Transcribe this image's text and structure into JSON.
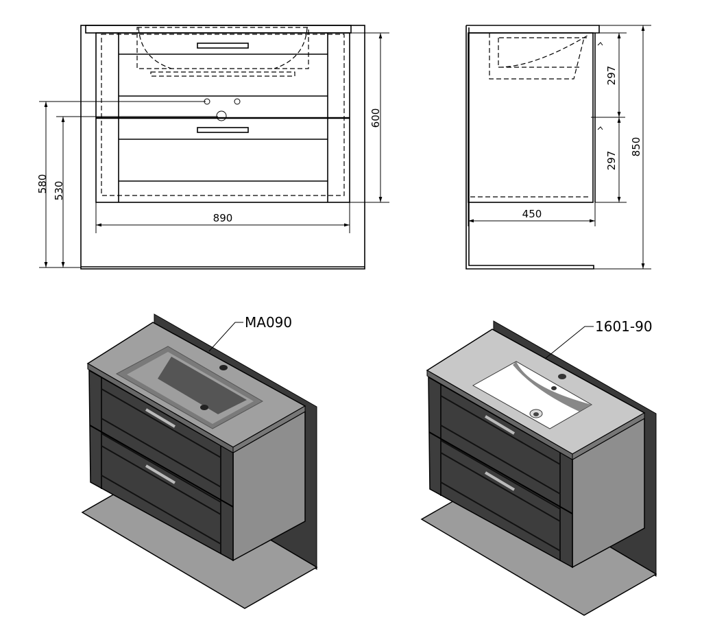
{
  "front_view": {
    "dimensions": {
      "total_width": "890",
      "cabinet_height": "600",
      "hole_height_580": "580",
      "hole_height_530": "530"
    }
  },
  "side_view": {
    "dimensions": {
      "depth": "450",
      "drawer_upper": "297",
      "drawer_lower": "297",
      "total_height": "850"
    }
  },
  "iso_views": [
    {
      "label": "MA090"
    },
    {
      "label": "1601-90"
    }
  ],
  "colors": {
    "line": "#000000",
    "counter": "#a0a0a0",
    "cabinet_front": "#3d3d3d",
    "side": "#8e8e8e",
    "floor": "#9c9c9c",
    "back": "#3a3a3a"
  }
}
